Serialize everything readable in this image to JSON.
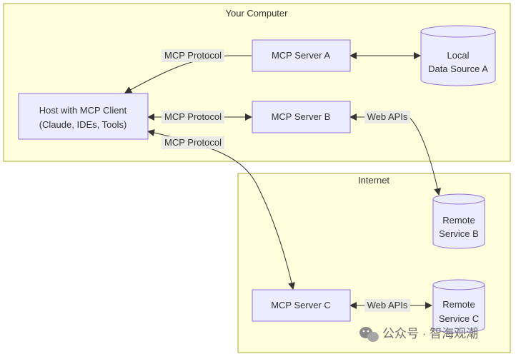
{
  "groups": {
    "your_computer": "Your Computer",
    "internet": "Internet"
  },
  "nodes": {
    "host_line1": "Host with MCP Client",
    "host_line2": "(Claude, IDEs, Tools)",
    "server_a": "MCP Server A",
    "server_b": "MCP Server B",
    "server_c": "MCP Server C",
    "local_ds_line1": "Local",
    "local_ds_line2": "Data Source A",
    "remote_b_line1": "Remote",
    "remote_b_line2": "Service B",
    "remote_c_line1": "Remote",
    "remote_c_line2": "Service C"
  },
  "edges": {
    "host_a": "MCP Protocol",
    "host_b": "MCP Protocol",
    "host_c": "MCP Protocol",
    "b_remote": "Web APIs",
    "c_remote": "Web APIs"
  },
  "watermark": "公众号 · 智海观潮"
}
